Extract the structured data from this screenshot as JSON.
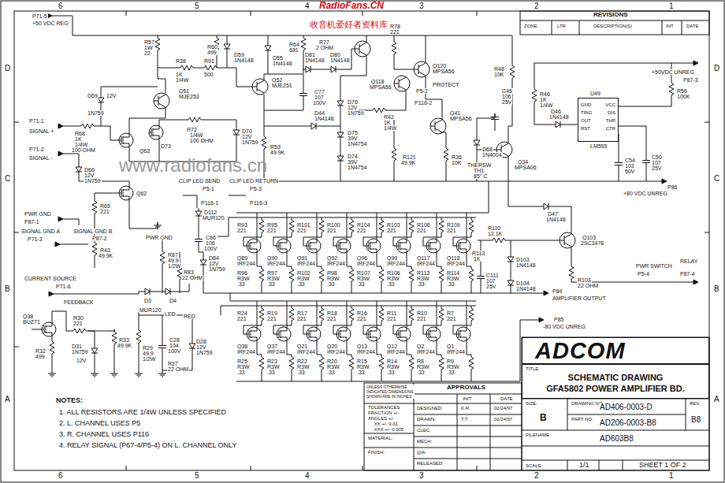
{
  "diagram": {
    "nodes": [
      {
        "text": [
          "U49",
          "GND",
          "VCC",
          "TRIG",
          "DIS",
          "OUT",
          "THR",
          "RST",
          "CTR",
          "LM555"
        ]
      },
      {
        "text": [
          "ADCOM"
        ]
      },
      {
        "text": [
          "TITLE:",
          "SCHEMATIC DRAWING",
          "GFA5802 POWER AMPLIFIER BD."
        ]
      }
    ],
    "labels": [
      "6",
      "5",
      "4",
      "3",
      "2",
      "1",
      "6",
      "5",
      "4",
      "3",
      "2",
      "1",
      "D",
      "C",
      "B",
      "A",
      "D",
      "C",
      "B",
      "A",
      "RadioFans.CN",
      "收音机爱好者资料库",
      "www.radiofans.cn",
      "REVISIONS",
      "ZONE",
      "LTR",
      "DESCRIPTION(S)",
      "INT",
      "DATE",
      "P71-5",
      "+50 VDC REG",
      "R57",
      "1W",
      "22",
      "R60",
      "499",
      "R64",
      "681",
      "D59",
      "1N4148",
      "D55",
      "1N4148",
      "R38",
      "1K",
      "1/4W",
      "R91",
      "500",
      "Q52",
      "MJE251",
      "Q51",
      "MJE253",
      "D81",
      "1N4148",
      "D80",
      "1N4148",
      "R77",
      "2 OHM",
      "R78",
      "221",
      "C77",
      "107",
      "100V",
      "Q120",
      "MPSA56",
      "Q118",
      "MPSA56",
      "P5-2",
      "PROTECT",
      "P116-2",
      "D76",
      "12V",
      "1N759",
      "D44",
      "1N4148",
      "R42",
      "1K",
      "1/4W",
      "Q41",
      "MPSA56",
      "D75",
      "39V",
      "1N4754",
      "D74",
      "39V",
      "1N4754",
      "R53",
      "49.9K",
      "R121",
      "49.9K",
      "R36",
      "10K",
      "D68",
      "1N4004",
      "THERSW",
      "TH1",
      "85° C",
      "R48",
      "10K",
      "C45",
      "106",
      "25V",
      "R46",
      "1K",
      "1/4W",
      "D46",
      "1N4148",
      "+50VDC UNREG",
      "P87-3",
      "R56",
      "100K",
      "C54",
      "103",
      "50V",
      "C50",
      "107",
      "25V",
      "P86",
      "+80 VDC UNREG",
      "Q34",
      "MPSA06",
      "D47",
      "1N4148",
      "Q103",
      "2SC3478",
      "R110",
      "12.1K",
      "R113",
      "1K",
      "C111",
      "107",
      "25V",
      "D103",
      "1N4148",
      "D104",
      "1N4148",
      "R103",
      "22 OHM",
      "PWR SWITCH",
      "P5-4",
      "RELAY",
      "P87-4",
      "P84",
      "AMPLIFIER OUTPUT",
      "P85",
      "-80 VDC UNREG",
      "P71-1",
      "SIGNAL +",
      "D69",
      "12V",
      "1N759",
      "R68",
      "1K",
      "1/4W",
      "100 OHM",
      "Q63",
      "D73",
      "R72",
      "1/4W",
      "100 OHM",
      "D70",
      "12V",
      "1N759",
      "P71-2",
      "SIGNAL -",
      "D66",
      "12V",
      "1N759",
      "Q62",
      "R65",
      "221",
      "PWR GND",
      "P87-1",
      "SIGNAL GND B",
      "P87-2",
      "SIGNAL GND A",
      "P71-3",
      "R43",
      "49.9K",
      "PWR GND",
      "CLIP LED SEND",
      "CLIP LED RETURN",
      "P5-1",
      "P5-3",
      "P116-1",
      "P116-3",
      "D112",
      "MUR120",
      "C86",
      "106",
      "100V",
      "D84",
      "12V",
      "1N759",
      "R87",
      "49.9",
      "1/2W",
      "R83",
      "22 OHM",
      "CURRENT SOURCE",
      "P71-6",
      "FEEDBACK",
      "Q38",
      "BUZ71",
      "R30",
      "221",
      "R32",
      "499",
      "D31",
      "1N759",
      "12V",
      "R33",
      "49.9K",
      "D3",
      "MUR120",
      "D4",
      "LED",
      "RED",
      "R29",
      "49.9",
      "1/2W",
      "C28",
      "104",
      "100V",
      "R27",
      "22 OHM",
      "D28",
      "12V",
      "1N759",
      "R93",
      "221",
      "Q89",
      "IRF244",
      "R96",
      "R3W",
      ".33",
      "R95",
      "221",
      "Q90",
      "IRF244",
      "R97",
      "R3W",
      ".33",
      "R101",
      "221",
      "Q91",
      "IRF244",
      "R102",
      "R3W",
      ".33",
      "R100",
      "221",
      "Q92",
      "IRF244",
      "R98",
      "R3W",
      ".33",
      "R104",
      "221",
      "Q96",
      "IRF244",
      "R107",
      "R3W",
      ".33",
      "R103",
      "221",
      "Q99",
      "IRF244",
      "R106",
      "R3W",
      ".33",
      "R108",
      "221",
      "Q117",
      "IRF244",
      "R113",
      "R3W",
      ".33",
      "R109",
      "221",
      "Q118",
      "IRF244",
      "R114",
      "R3W",
      ".33",
      "R24",
      "221",
      "Q38",
      "IRF244",
      "R25",
      "R3W",
      ".33",
      "R19",
      "221",
      "Q37",
      "IRF244",
      "R23",
      "R3W",
      ".33",
      "R17",
      "221",
      "Q21",
      "IRF244",
      "R22",
      "R3W",
      ".33",
      "R18",
      "221",
      "Q20",
      "IRF244",
      "R20",
      "R3W",
      ".33",
      "R16",
      "221",
      "Q13",
      "IRF244",
      "R15",
      "R3W",
      ".33",
      "R11",
      "221",
      "Q12",
      "IRF244",
      "R14",
      "R3W",
      ".33",
      "R10",
      "221",
      "Q2",
      "IRF244",
      "R8",
      "R3W",
      ".33",
      "R7",
      "221",
      "Q1",
      "IRF244",
      "R9",
      "R3W",
      ".33",
      "UNLESS OTHERWISE INDICATED DIMENSIONS SHOWN ARE IN INCHES",
      "APPROVALS",
      "INIT",
      "DATE",
      "TOLERANCES",
      "FRACTION +/-",
      "ANGLES +/-",
      ".XX +/- 0.01",
      ".XXX +/- 0.005",
      "MATERIAL:",
      "FINISH:",
      "DESIGNED:",
      "K.R.",
      "02/24/97",
      "DRAWN:",
      "T.T.",
      "02/24/97",
      "CLEC:",
      "MECH:",
      "Q/A:",
      "RELEASED:",
      "SIZE:",
      "B",
      "DRAWING NO.",
      "AD406-0003-D",
      "REV.",
      "PART NO:",
      "AD206-0003-B8",
      "B8",
      "FILENAME:",
      "AD603B8",
      "SCALE:",
      "1/1",
      "SHEET 1 OF 2",
      "NOTES:",
      "1. ALL RESISTORS ARE 1/4W UNLESS SPECIFIED",
      "2. L. CHANNEL USES P5",
      "3. R. CHANNEL USES P116",
      "4. RELAY SIGNAL (P67-4/P5-4) ON L. CHANNEL ONLY"
    ]
  }
}
